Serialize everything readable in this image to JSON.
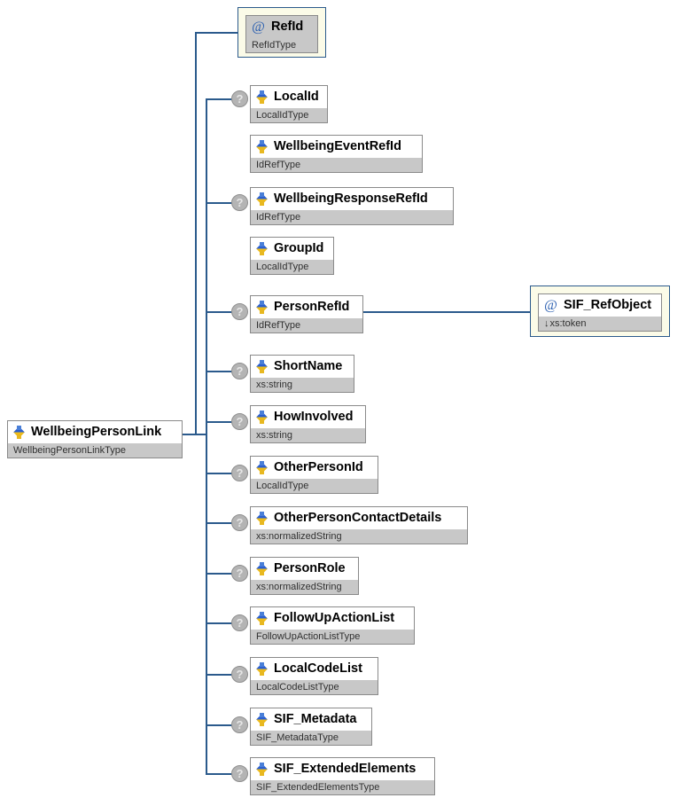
{
  "diagram": {
    "kind": "xml-schema-tree",
    "root": {
      "name": "WellbeingPersonLink",
      "type": "WellbeingPersonLinkType",
      "icon": "element-icon",
      "optional": false
    },
    "attribute": {
      "name": "RefId",
      "type": "RefIdType",
      "icon": "attribute-icon",
      "optional": false
    },
    "children": [
      {
        "name": "LocalId",
        "type": "LocalIdType",
        "icon": "element-icon",
        "optional": true,
        "title_bg": "white"
      },
      {
        "name": "WellbeingEventRefId",
        "type": "IdRefType",
        "icon": "element-icon",
        "optional": false,
        "title_bg": "white"
      },
      {
        "name": "WellbeingResponseRefId",
        "type": "IdRefType",
        "icon": "element-icon",
        "optional": true,
        "title_bg": "white"
      },
      {
        "name": "GroupId",
        "type": "LocalIdType",
        "icon": "element-icon",
        "optional": false,
        "title_bg": "white"
      },
      {
        "name": "PersonRefId",
        "type": "IdRefType",
        "icon": "element-icon",
        "optional": true,
        "title_bg": "white"
      },
      {
        "name": "ShortName",
        "type": "xs:string",
        "icon": "element-icon",
        "optional": true,
        "title_bg": "white"
      },
      {
        "name": "HowInvolved",
        "type": "xs:string",
        "icon": "element-icon",
        "optional": true,
        "title_bg": "white"
      },
      {
        "name": "OtherPersonId",
        "type": "LocalIdType",
        "icon": "element-icon",
        "optional": true,
        "title_bg": "white"
      },
      {
        "name": "OtherPersonContactDetails",
        "type": "xs:normalizedString",
        "icon": "element-icon",
        "optional": true,
        "title_bg": "white"
      },
      {
        "name": "PersonRole",
        "type": "xs:normalizedString",
        "icon": "element-icon",
        "optional": true,
        "title_bg": "white"
      },
      {
        "name": "FollowUpActionList",
        "type": "FollowUpActionListType",
        "icon": "element-icon",
        "optional": true,
        "title_bg": "white"
      },
      {
        "name": "LocalCodeList",
        "type": "LocalCodeListType",
        "icon": "element-icon",
        "optional": true,
        "title_bg": "white"
      },
      {
        "name": "SIF_Metadata",
        "type": "SIF_MetadataType",
        "icon": "element-icon",
        "optional": true,
        "title_bg": "white"
      },
      {
        "name": "SIF_ExtendedElements",
        "type": "SIF_ExtendedElementsType",
        "icon": "element-icon",
        "optional": true,
        "title_bg": "white"
      }
    ],
    "person_ref_attribute": {
      "name": "SIF_RefObject",
      "type": "xs:token",
      "type_prefix": "↓",
      "icon": "attribute-icon",
      "optional": false
    },
    "optional_marker": "?",
    "attribute_glyph": "@",
    "colors": {
      "connector": "#2b5a8c",
      "node_border": "#8a8a8a",
      "node_type_bg": "#c8c8c8",
      "attribute_wrapper_bg": "#fbfbe8",
      "attribute_wrapper_border": "#2b5a8c",
      "title_bg": "#ffffff",
      "icon_blue": "#1a3f99",
      "icon_gold": "#e8b820"
    }
  }
}
